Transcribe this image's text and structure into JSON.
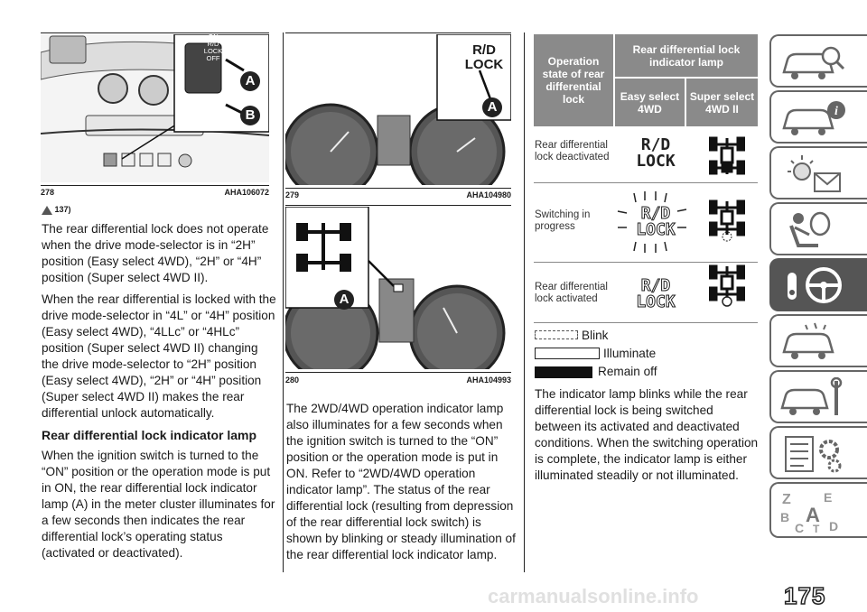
{
  "fig278": {
    "number": "278",
    "code": "AHA106072",
    "switch_labels": [
      "ON",
      "R/D",
      "LOCK",
      "OFF"
    ],
    "callout_a": "A",
    "callout_b": "B"
  },
  "fig279": {
    "number": "279",
    "code": "AHA104980",
    "label_rd": "R/D",
    "label_lock": "LOCK",
    "callout_a": "A"
  },
  "fig280": {
    "number": "280",
    "code": "AHA104993",
    "callout_a": "A"
  },
  "note_ref": "137)",
  "col1": {
    "para1": "The rear differential lock does not operate when the drive mode-selector is in “2H” position (Easy select 4WD), “2H” or “4H” position (Super select 4WD II).",
    "para2": "When the rear differential is locked with the drive mode-selector in “4L” or “4H” position (Easy select 4WD), “4LLc” or “4HLc” position (Super select 4WD II) changing the drive mode-selector to “2H” position (Easy select 4WD), “2H” or “4H” position (Super select 4WD II) makes the rear differential unlock automatically.",
    "heading": "Rear differential lock indicator lamp",
    "para3": "When the ignition switch is turned to the “ON” position or the operation mode is put in ON, the rear differential lock indicator lamp (A) in the meter cluster illuminates for a few seconds then indicates the rear differential lock’s operating status (activated or deactivated)."
  },
  "col2": {
    "para": "The 2WD/4WD operation indicator lamp also illuminates for a few seconds when the ignition switch is turned to the “ON” position or the operation mode is put in ON. Refer to “2WD/4WD operation indicator lamp”. The status of the rear differential lock (resulting from depression of the rear differential lock switch) is shown by blinking or steady illumination of the rear differential lock indicator lamp."
  },
  "table": {
    "col_operation": "Operation state of rear differential lock",
    "col_lamp": "Rear differential lock indicator lamp",
    "col_easy": "Easy select 4WD",
    "col_super": "Super select 4WD II",
    "rows": [
      {
        "label": "Rear differential lock deactivated",
        "lamp_text_1": "R/D",
        "lamp_text_2": "LOCK"
      },
      {
        "label": "Switching in progress",
        "lamp_text_1": "R/D",
        "lamp_text_2": "LOCK"
      },
      {
        "label": "Rear differential lock activated",
        "lamp_text_1": "R/D",
        "lamp_text_2": "LOCK"
      }
    ]
  },
  "legend": {
    "blink": "Blink",
    "illuminate": "Illuminate",
    "remain_off": "Remain off"
  },
  "col3": {
    "para": "The indicator lamp blinks while the rear differential lock is being switched between its activated and deactivated conditions. When the switching operation is complete, the indicator lamp is either illuminated steadily or not illuminated."
  },
  "sidebar_icons": [
    "car-search-icon",
    "car-info-icon",
    "light-warning-icon",
    "airbag-seat-icon",
    "steering-key-icon",
    "car-service-icon",
    "car-tools-icon",
    "settings-list-icon",
    "alphabet-index-icon"
  ],
  "page_number": "175",
  "watermark": "carmanualsonline.info"
}
